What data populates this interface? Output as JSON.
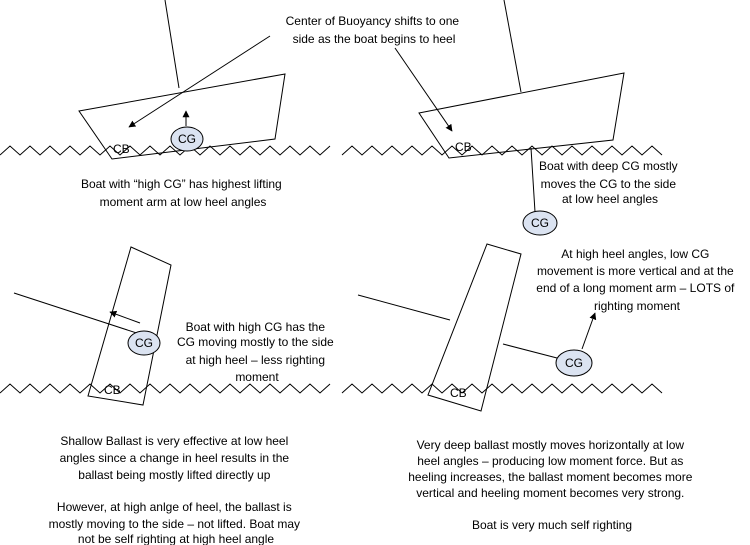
{
  "top_caption": [
    "Center of Buoyancy shifts to one",
    "side as the boat begins to heel"
  ],
  "panel1": {
    "cb": "CB",
    "cg": "CG",
    "caption": [
      "Boat with “high CG” has highest lifting",
      "moment arm at low heel angles"
    ]
  },
  "panel2": {
    "cb": "CB",
    "cg": "CG",
    "caption": [
      "Boat with deep CG mostly",
      "moves the CG to the side",
      "at low heel angles"
    ]
  },
  "panel3": {
    "cb": "CB",
    "cg": "CG",
    "caption": [
      "Boat with high CG has the",
      "CG moving mostly to the side",
      "at high heel – less righting",
      "moment"
    ]
  },
  "panel4": {
    "cb": "CB",
    "cg": "CG",
    "caption": [
      "At high heel angles, low CG",
      "movement is more vertical and at the",
      "end of a long moment arm – LOTS of",
      "righting moment"
    ]
  },
  "bottom_left": [
    "Shallow Ballast is very effective at low heel",
    "angles since a change in heel results in the",
    "ballast being mostly lifted directly up",
    "",
    "However, at high anlge of heel, the ballast is",
    "mostly moving to the side – not lifted. Boat may",
    "not be self righting at high heel angle"
  ],
  "bottom_right": [
    "Very deep ballast mostly moves horizontally at low",
    "heel angles – producing low moment force. But as",
    "heeling increases, the ballast moment becomes more",
    "vertical and heeling moment becomes very strong.",
    "",
    "Boat is very much self righting"
  ]
}
